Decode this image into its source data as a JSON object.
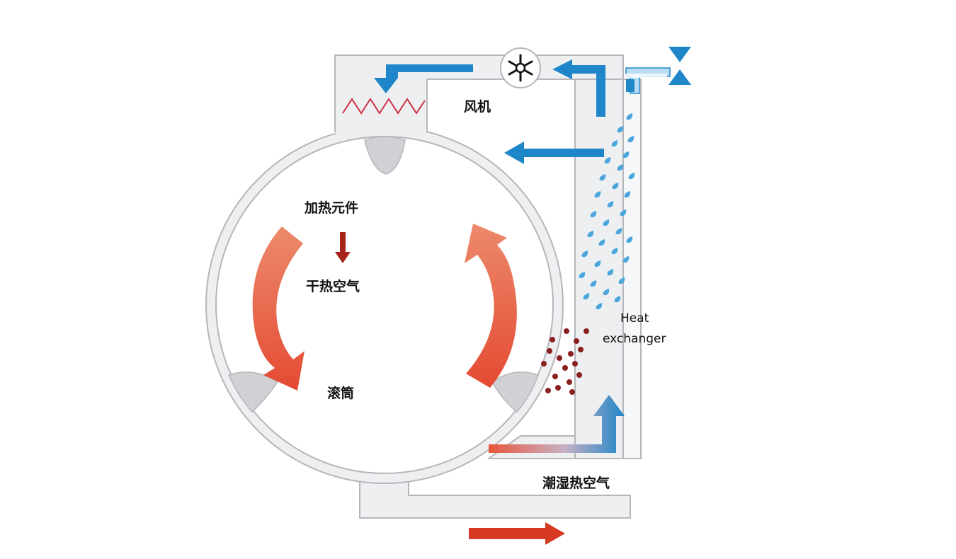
{
  "labels": {
    "fan": "风机",
    "heating_element": "加热元件",
    "dry_hot_air": "干热空气",
    "drum": "滚筒",
    "heat_exchanger_line1": "Heat",
    "heat_exchanger_line2": "exchanger",
    "humid_hot_air": "潮湿热空气"
  },
  "icons": {
    "fan": "fan-icon",
    "heater": "heating-coil-icon",
    "valve": "water-valve-icon"
  },
  "colors": {
    "duct_fill": "#eeeff1",
    "duct_stroke": "#b4b6ba",
    "flow_blue": "#1f86c9",
    "flow_hot": "#e8553a",
    "flow_dark_red": "#a8231a",
    "heater_coil": "#cc3344",
    "water_drop": "#4aa6dc",
    "lint_dot": "#8a1f1f",
    "lifter": "#cfd1d4"
  }
}
